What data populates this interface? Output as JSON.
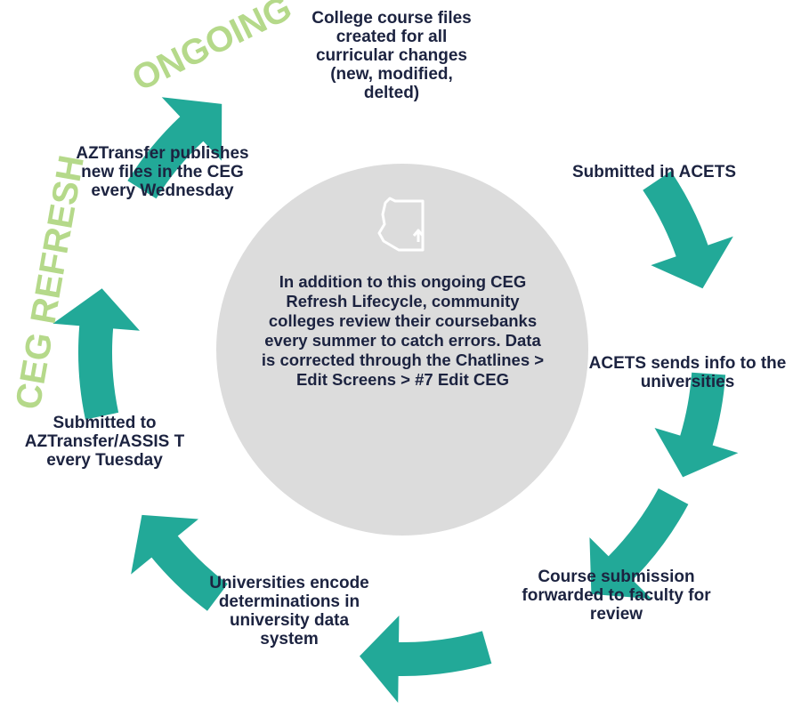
{
  "colors": {
    "arrow": "#22a998",
    "circle": "#dcdcdc",
    "text": "#1c2340",
    "badge": "#b5d98a"
  },
  "badges": {
    "ongoing": "ONGOING",
    "ceg_refresh": "CEG REFRESH"
  },
  "center": {
    "icon": "arizona-state-outline-icon",
    "text": "In addition to this ongoing CEG Refresh Lifecycle, community colleges review their coursebanks every summer to catch errors. Data is corrected through the Chatlines > Edit Screens > #7 Edit CEG"
  },
  "steps": [
    {
      "label": "College course files created for all curricular changes (new, modified, delted)"
    },
    {
      "label": "Submitted in ACETS"
    },
    {
      "label": "ACETS sends info to the universities"
    },
    {
      "label": "Course submission forwarded to faculty for review"
    },
    {
      "label": "Universities encode determinations in university data system"
    },
    {
      "label": "Submitted to AZTransfer/ASSIS T every Tuesday"
    },
    {
      "label": "AZTransfer publishes new files in the CEG every Wednesday"
    }
  ]
}
